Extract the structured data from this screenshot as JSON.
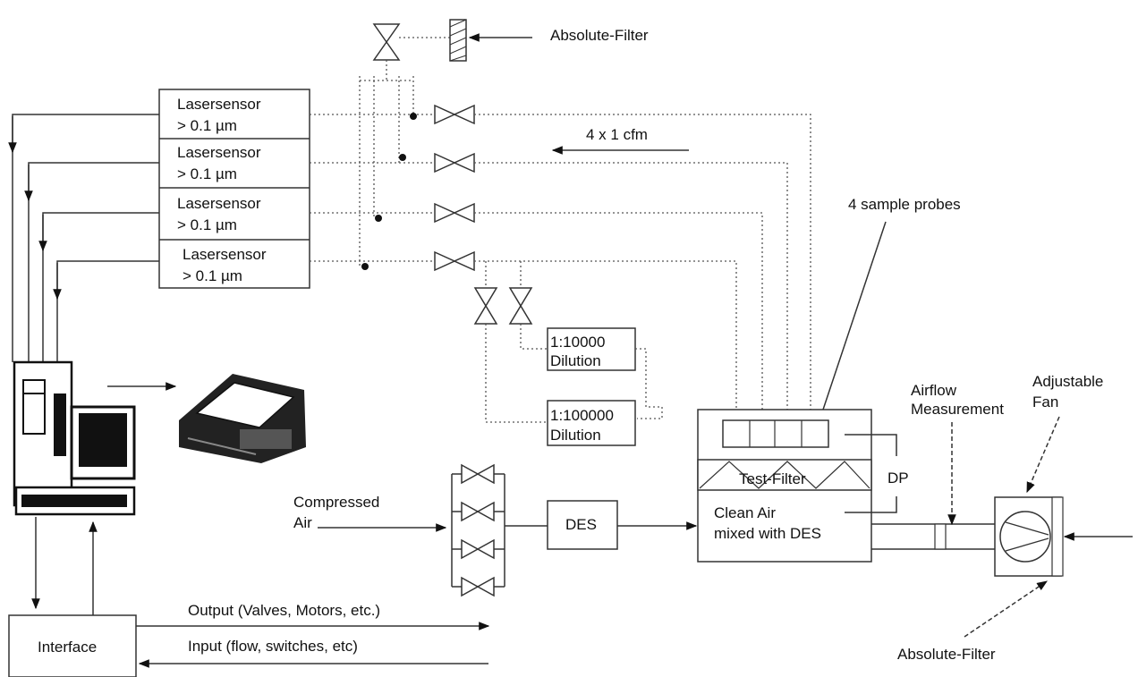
{
  "labels": {
    "absolute_filter_top": "Absolute-Filter",
    "flow_rate": "4 x 1 cfm",
    "sample_probes": "4 sample probes",
    "sensors": [
      {
        "line1": "Lasersensor",
        "line2": "> 0.1 µm"
      },
      {
        "line1": "Lasersensor",
        "line2": "> 0.1 µm"
      },
      {
        "line1": "Lasersensor",
        "line2": "> 0.1 µm"
      },
      {
        "line1": "Lasersensor",
        "line2": "> 0.1 µm"
      }
    ],
    "dilution_1": {
      "ratio": "1:10000",
      "word": "Dilution"
    },
    "dilution_2": {
      "ratio": "1:100000",
      "word": "Dilution"
    },
    "airflow": {
      "line1": "Airflow",
      "line2": "Measurement"
    },
    "fan": {
      "line1": "Adjustable",
      "line2": "Fan"
    },
    "test_filter": "Test-Filter",
    "dp": "DP",
    "chamber": {
      "line1": "Clean Air",
      "line2": "mixed with DES"
    },
    "compressed_air": {
      "line1": "Compressed",
      "line2": "Air"
    },
    "des": "DES",
    "output": "Output (Valves, Motors, etc.)",
    "input": "Input (flow, switches, etc)",
    "interface": "Interface",
    "absolute_filter_bottom": "Absolute-Filter"
  }
}
